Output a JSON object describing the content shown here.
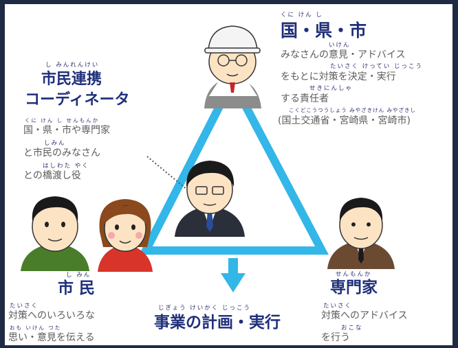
{
  "diagram": {
    "government": {
      "ruby": "くに けん し",
      "title": "国・県・市",
      "ruby_desc1": "いけん",
      "desc1": "みなさんの意見・アドバイス",
      "ruby_desc2": "たいさく けってい じっこう",
      "desc2": "をもとに対策を決定・実行",
      "ruby_desc3": "せきにんしゃ",
      "desc3": "する責任者",
      "ruby_desc4": "こくどこうつうしょう みやざきけん みやざきし",
      "desc4": "(国土交通省・宮崎県・宮崎市)"
    },
    "coordinator": {
      "ruby": "し みんれんけい",
      "title1": "市民連携",
      "title2": "コーディネータ",
      "ruby_desc1": "くに けん し せんもんか",
      "desc1": "国・県・市や専門家",
      "ruby_desc2": "しみん",
      "desc2": "と市民のみなさん",
      "ruby_desc3": "はしわた やく",
      "desc3": "との橋渡し役"
    },
    "citizens": {
      "ruby": "し みん",
      "title": "市 民",
      "ruby_desc1": "たいさく",
      "desc1": "対策へのいろいろな",
      "ruby_desc2": "おも いけん つた",
      "desc2": "思い・意見を伝える"
    },
    "experts": {
      "ruby": "せんもんか",
      "title": "専門家",
      "ruby_desc1": "たいさく",
      "desc1": "対策へのアドバイス",
      "ruby_desc2": "おこな",
      "desc2": "を行う"
    },
    "outcome": {
      "ruby": "じぎょう けいかく じっこう",
      "title": "事業の計画・実行"
    }
  },
  "colors": {
    "frame": "#1f2a44",
    "triangle_line": "#33b6e8",
    "arrow": "#33b6e8",
    "heading": "#1f2f7a",
    "body_text": "#5b5b5b"
  }
}
